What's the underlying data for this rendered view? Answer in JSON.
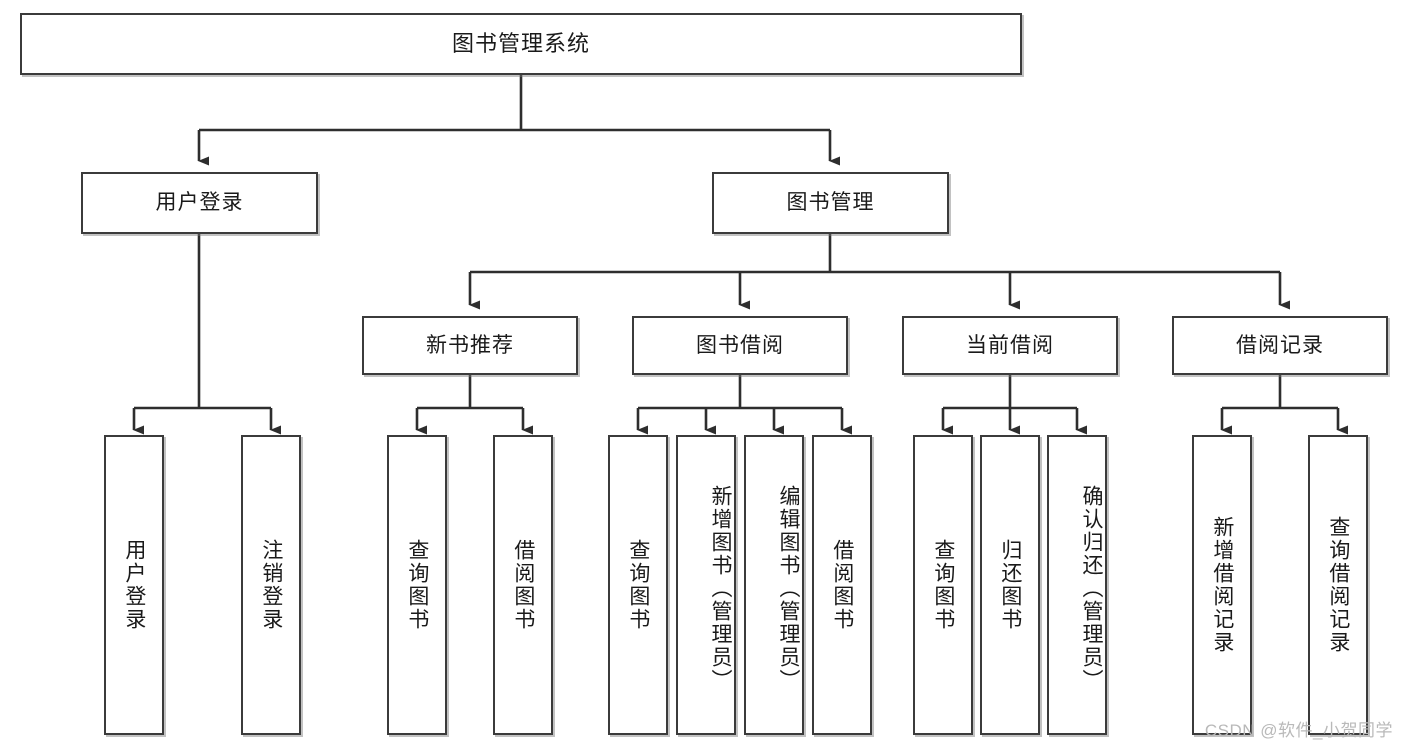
{
  "diagram": {
    "title": "图书管理系统",
    "type": "tree-hierarchy-chart",
    "watermark": "CSDN @软件_小贺同学",
    "colors": {
      "box_border": "#3b3b3b",
      "box_fill": "#ffffff",
      "edge": "#2e2e2e",
      "text": "#1a1a1a",
      "watermark": "#b9b9b9"
    },
    "root": {
      "id": "root",
      "label": "图书管理系统"
    },
    "level2": [
      {
        "id": "user-login",
        "label": "用户登录"
      },
      {
        "id": "book-manage",
        "label": "图书管理"
      }
    ],
    "level3": [
      {
        "id": "new-book-rec",
        "label": "新书推荐"
      },
      {
        "id": "book-borrow",
        "label": "图书借阅"
      },
      {
        "id": "current-borrow",
        "label": "当前借阅"
      },
      {
        "id": "borrow-record",
        "label": "借阅记录"
      }
    ],
    "leaves": {
      "user_login": [
        {
          "id": "leaf-user-login",
          "label": "用户登录"
        },
        {
          "id": "leaf-logout",
          "label": "注销登录"
        }
      ],
      "new_book_rec": [
        {
          "id": "leaf-query-book-1",
          "label": "查询图书"
        },
        {
          "id": "leaf-borrow-book-1",
          "label": "借阅图书"
        }
      ],
      "book_borrow": [
        {
          "id": "leaf-query-book-2",
          "label": "查询图书"
        },
        {
          "id": "leaf-add-book",
          "label": "新增图书（管理员）"
        },
        {
          "id": "leaf-edit-book",
          "label": "编辑图书（管理员）"
        },
        {
          "id": "leaf-borrow-book-2",
          "label": "借阅图书"
        }
      ],
      "current_borrow": [
        {
          "id": "leaf-query-book-3",
          "label": "查询图书"
        },
        {
          "id": "leaf-return-book",
          "label": "归还图书"
        },
        {
          "id": "leaf-confirm-return",
          "label": "确认归还（管理员）"
        }
      ],
      "borrow_record": [
        {
          "id": "leaf-add-record",
          "label": "新增借阅记录"
        },
        {
          "id": "leaf-query-record",
          "label": "查询借阅记录"
        }
      ]
    }
  }
}
